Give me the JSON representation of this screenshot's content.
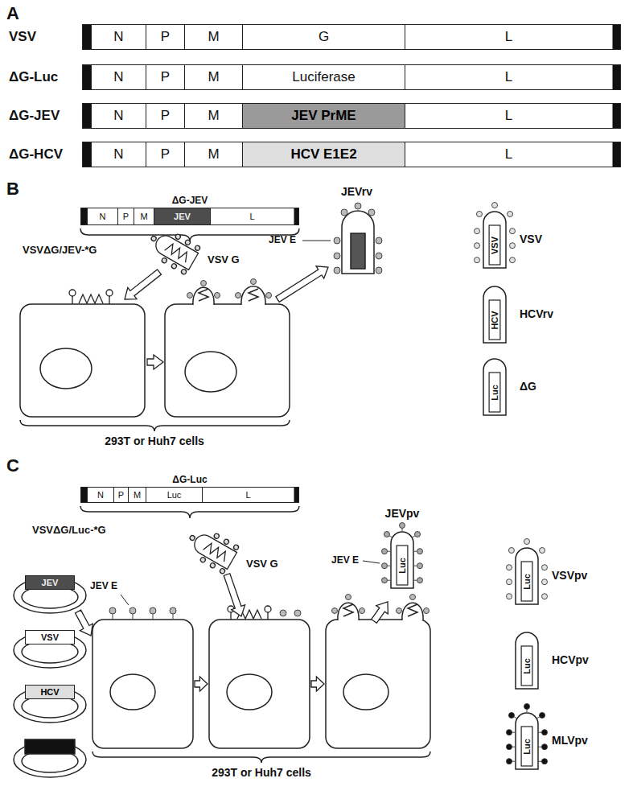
{
  "diagram": {
    "nodes": [
      {
        "text": [
          "VSV"
        ]
      },
      {
        "text": [
          "N"
        ],
        "in": 0
      },
      {
        "text": [
          "P"
        ],
        "in": 0
      },
      {
        "text": [
          "M"
        ],
        "in": 0
      },
      {
        "text": [
          "G"
        ],
        "in": 0
      },
      {
        "text": [
          "L"
        ],
        "in": 0
      },
      {
        "text": [
          "ΔG-Luc"
        ]
      },
      {
        "text": [
          "N"
        ],
        "in": 6
      },
      {
        "text": [
          "P"
        ],
        "in": 6
      },
      {
        "text": [
          "M"
        ],
        "in": 6
      },
      {
        "text": [
          "Luciferase"
        ],
        "in": 6
      },
      {
        "text": [
          "L"
        ],
        "in": 6
      },
      {
        "text": [
          "ΔG-JEV"
        ]
      },
      {
        "text": [
          "N"
        ],
        "in": 12
      },
      {
        "text": [
          "P"
        ],
        "in": 12
      },
      {
        "text": [
          "M"
        ],
        "in": 12
      },
      {
        "text": [
          "JEV PrME"
        ],
        "in": 12
      },
      {
        "text": [
          "L"
        ],
        "in": 12
      },
      {
        "text": [
          "ΔG-HCV"
        ]
      },
      {
        "text": [
          "N"
        ],
        "in": 18
      },
      {
        "text": [
          "P"
        ],
        "in": 18
      },
      {
        "text": [
          "M"
        ],
        "in": 18
      },
      {
        "text": [
          "HCV E1E2"
        ],
        "in": 18
      },
      {
        "text": [
          "L"
        ],
        "in": 18
      },
      {
        "text": [
          "ΔG-JEV"
        ]
      },
      {
        "text": [
          "N"
        ],
        "in": 24
      },
      {
        "text": [
          "P"
        ],
        "in": 24
      },
      {
        "text": [
          "M"
        ],
        "in": 24
      },
      {
        "text": [
          "JEV"
        ],
        "in": 24
      },
      {
        "text": [
          "L"
        ],
        "in": 24
      },
      {
        "text": [
          "VSV",
          "VSV"
        ]
      },
      {
        "text": [
          "HCV",
          "HCVrv"
        ]
      },
      {
        "text": [
          "Luc",
          "ΔG"
        ]
      },
      {
        "text": [
          "ΔG-Luc"
        ]
      },
      {
        "text": [
          "N"
        ],
        "in": 33
      },
      {
        "text": [
          "P"
        ],
        "in": 33
      },
      {
        "text": [
          "M"
        ],
        "in": 33
      },
      {
        "text": [
          "Luc"
        ],
        "in": 33
      },
      {
        "text": [
          "L"
        ],
        "in": 33
      },
      {
        "text": [
          "JEV"
        ]
      },
      {
        "text": [
          "VSV"
        ]
      },
      {
        "text": [
          "HCV"
        ]
      },
      {
        "text": [
          "Luc",
          "JEVpv"
        ]
      },
      {
        "text": [
          "Luc",
          "VSVpv"
        ]
      },
      {
        "text": [
          "Luc",
          "HCVpv"
        ]
      },
      {
        "text": [
          "Luc",
          "MLVpv"
        ]
      }
    ],
    "labels": [
      "A",
      "B",
      "C",
      "VSVΔG/JEV-*G",
      "VSV G",
      "JEV E",
      "JEVrv",
      "293T or Huh7 cells",
      "VSVΔG/Luc-*G",
      "VSV G",
      "JEV E",
      "JEV E",
      "293T or Huh7 cells"
    ]
  }
}
